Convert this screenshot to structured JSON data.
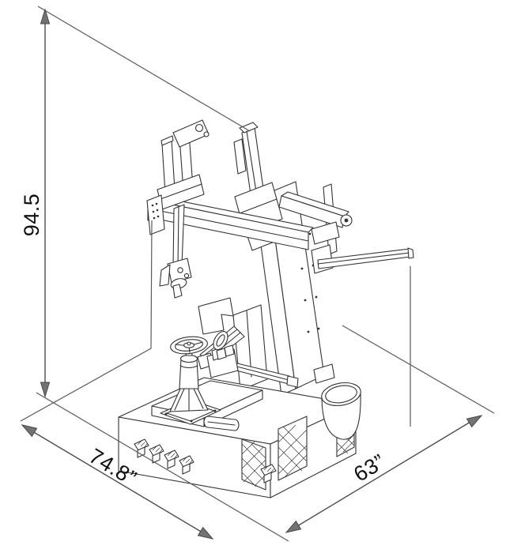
{
  "page": {
    "background_color": "#ffffff"
  },
  "diagram": {
    "subject": "tire-changer-machine-isometric-dimension-drawing",
    "labels": {
      "height": "94.5",
      "width": "74.8”",
      "depth": "63”"
    },
    "colors": {
      "machine_line": "#333333",
      "dimension_line": "#4d4d4d",
      "extension_line": "#5a5a5a",
      "arrow_fill": "#737373",
      "text": "#111111",
      "background": "#ffffff"
    }
  }
}
